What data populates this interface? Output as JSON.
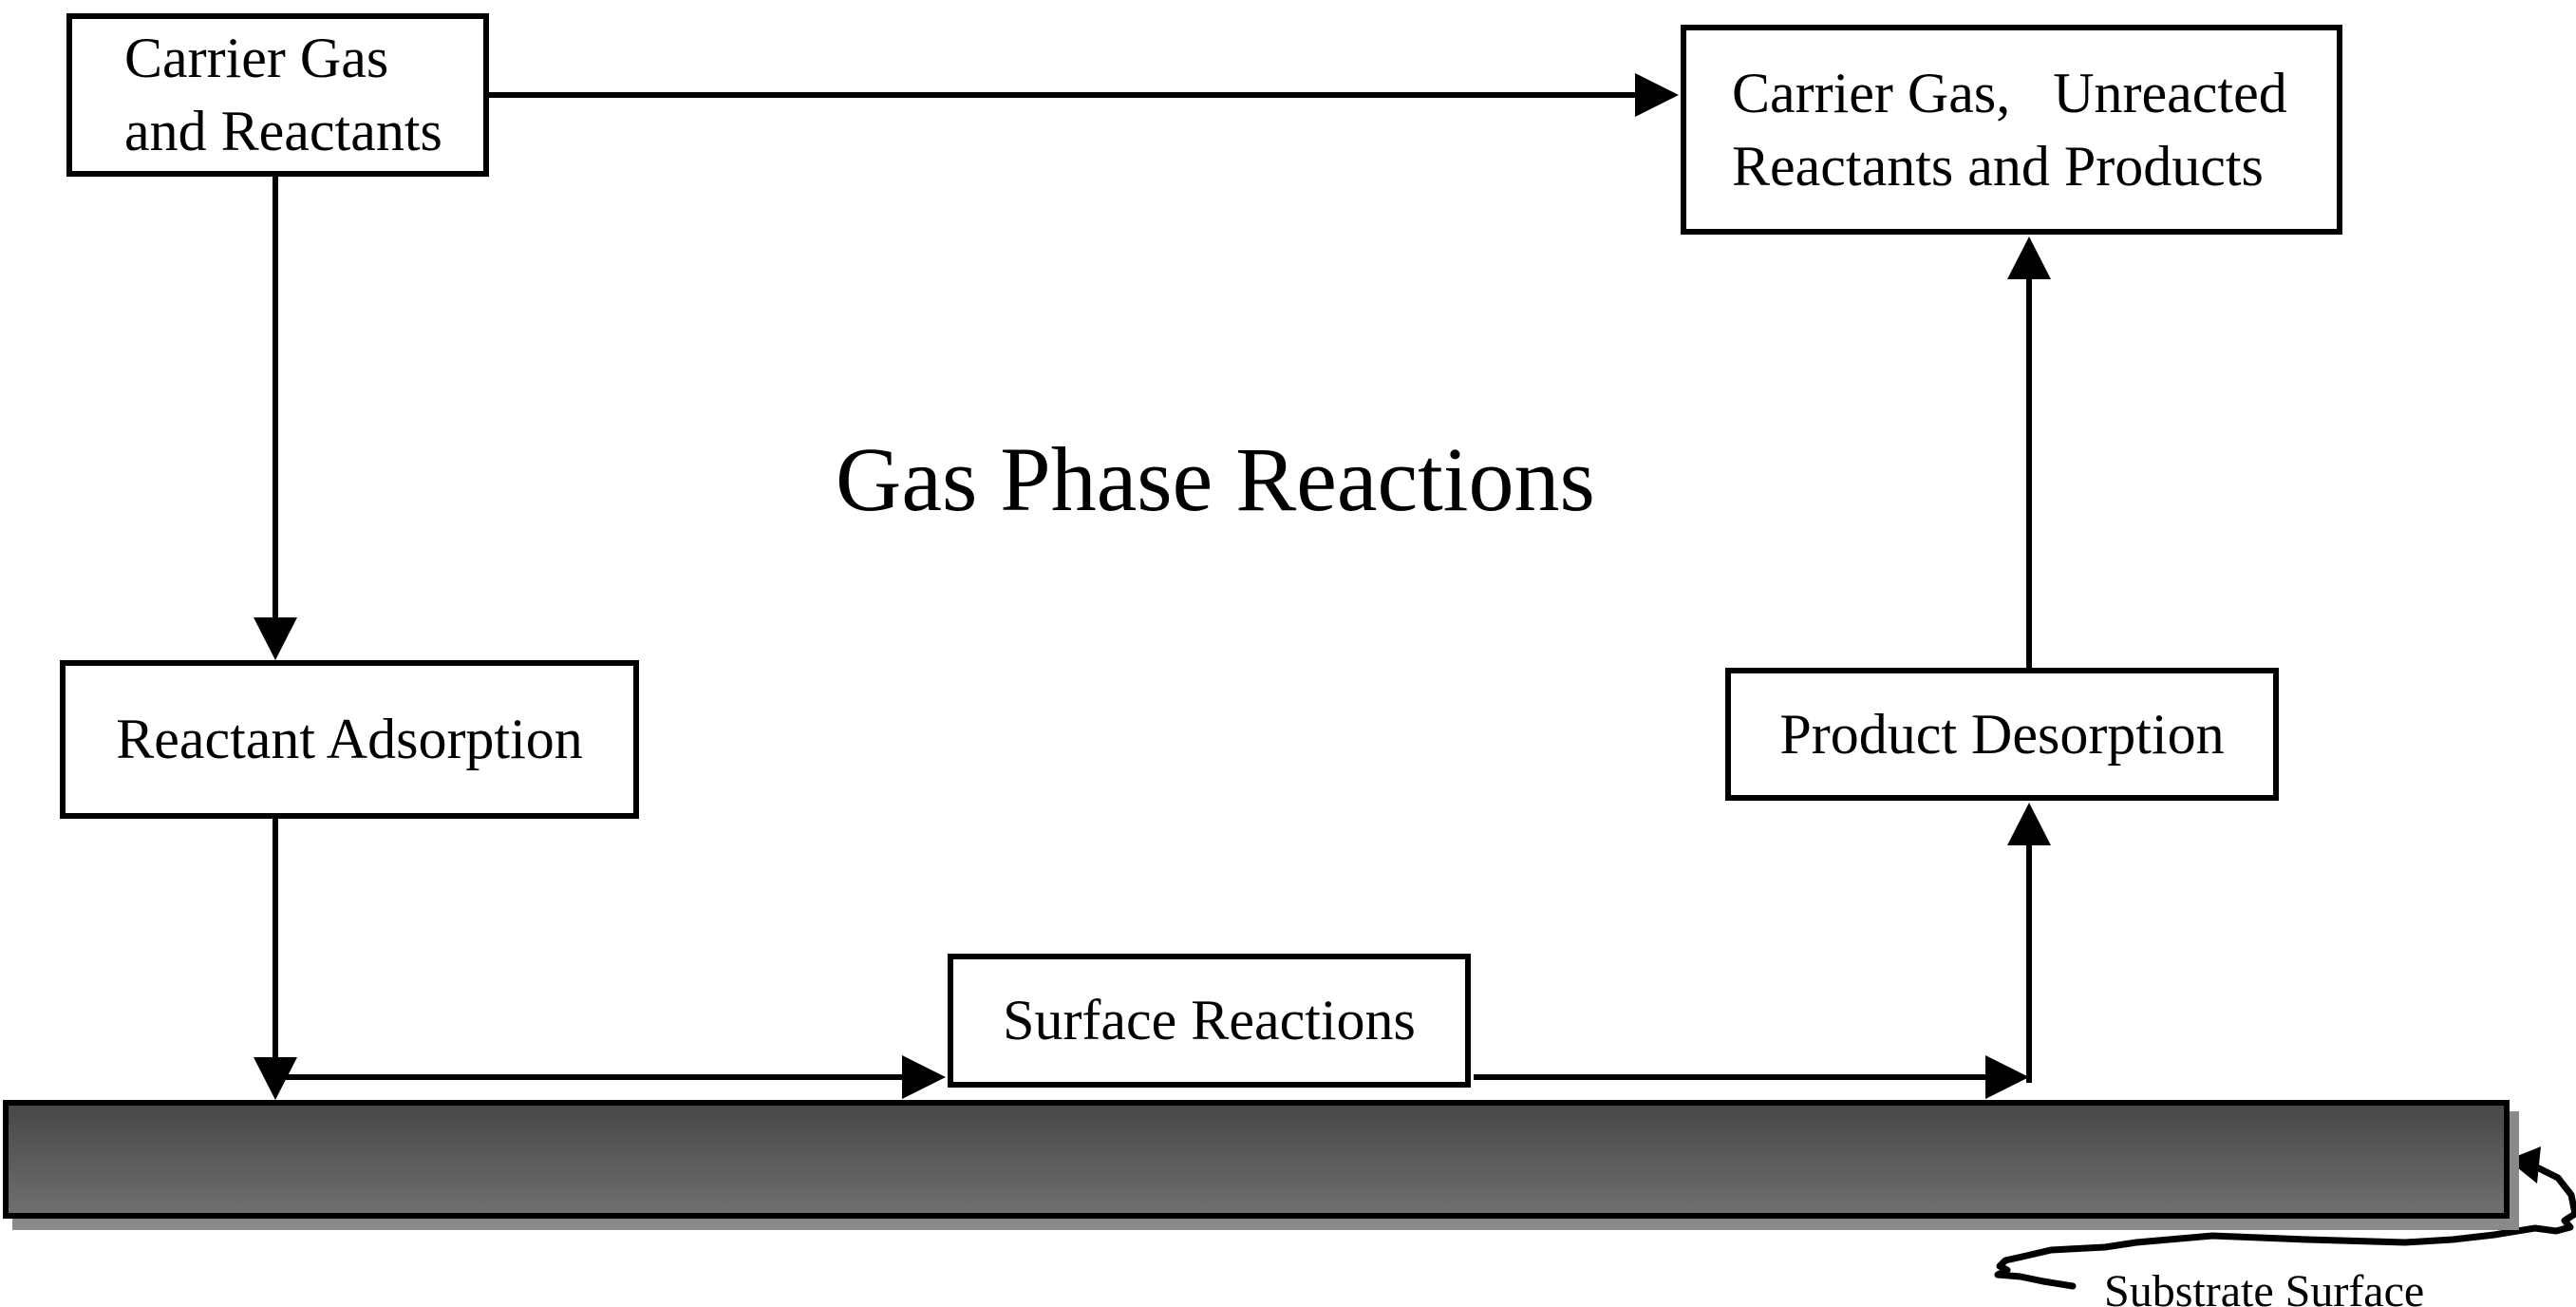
{
  "title": "Gas Phase Reactions",
  "boxes": {
    "carrier_in": {
      "line1": "Carrier Gas",
      "line2": "and Reactants"
    },
    "carrier_out": {
      "line1": "Carrier Gas,   Unreacted",
      "line2": "Reactants and Products"
    },
    "reactant_adsorption": {
      "label": "Reactant Adsorption"
    },
    "product_desorption": {
      "label": "Product Desorption"
    },
    "surface_reactions": {
      "label": "Surface Reactions"
    }
  },
  "substrate": {
    "label": "Substrate Surface"
  },
  "colors": {
    "line": "#000000",
    "bar_top": "#474747",
    "bar_bottom": "#6f6f6f",
    "bar_shadow": "#8a8a8a",
    "paper": "#ffffff"
  }
}
